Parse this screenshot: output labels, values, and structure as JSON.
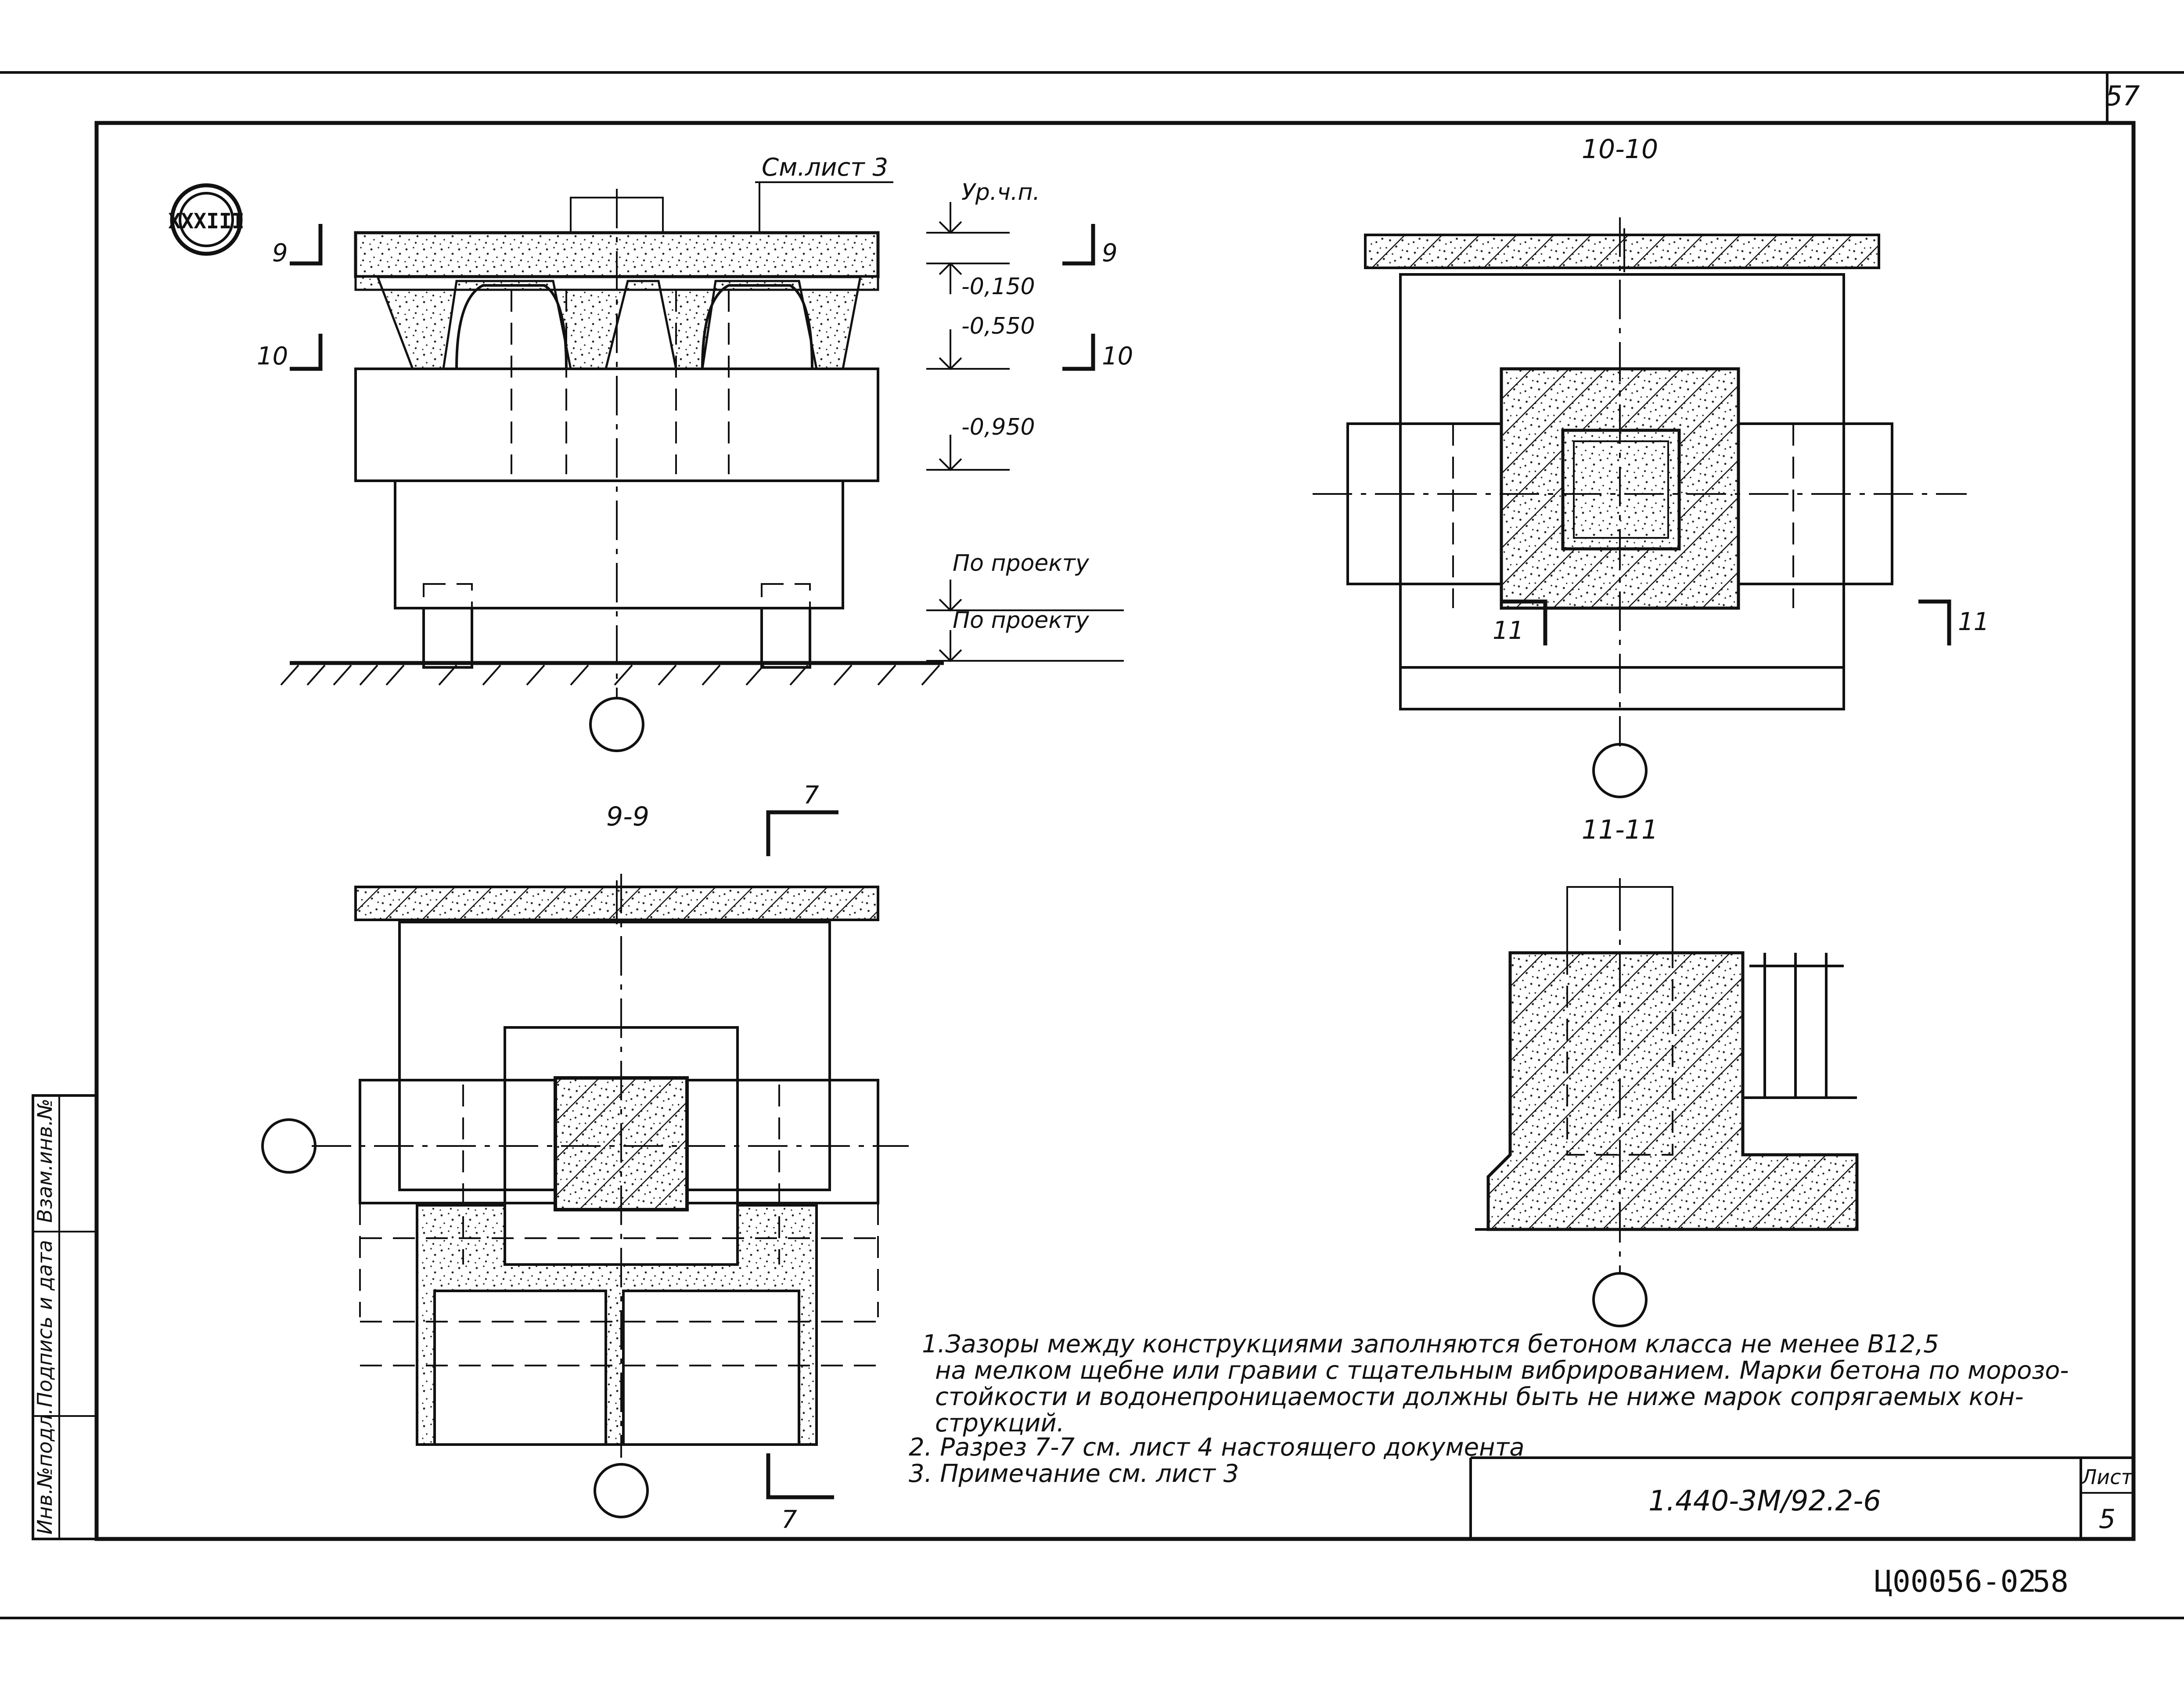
{
  "sheet_top_number": "57",
  "section_marker": "XXXIII",
  "elevation_view": {
    "ref_sheet": "См.лист 3",
    "level_label": "Ур.ч.п.",
    "levels": [
      "-0,150",
      "-0,550",
      "-0,950"
    ],
    "by_project": [
      "По проекту",
      "По проекту"
    ],
    "cut_marks": [
      "9",
      "9",
      "10",
      "10"
    ]
  },
  "section_titles": {
    "s10": "10-10",
    "s9": "9-9",
    "s11": "11-11"
  },
  "cut_mark_7": [
    "7",
    "7"
  ],
  "cut_mark_11": [
    "11",
    "11"
  ],
  "notes": [
    "1.Зазоры между конструкциями заполняются бетоном класса не менее В12,5",
    "на мелком щебне или гравии с тщательным вибрированием. Марки бетона по морозо-",
    "стойкости и водонепроницаемости должны быть не ниже марок сопрягаемых кон-",
    "струкций.",
    "2. Разрез 7-7 см. лист 4 настоящего документа",
    "3. Примечание см. лист 3"
  ],
  "title_block": {
    "doc_code": "1.440-3М/92.2-6",
    "sheet_label": "Лист",
    "sheet_no": "5"
  },
  "side_stamp": [
    "Инв.№подл.",
    "Подпись и дата",
    "Взам.инв.№"
  ],
  "archive_code": "Ц00056-02",
  "archive_page": "58"
}
